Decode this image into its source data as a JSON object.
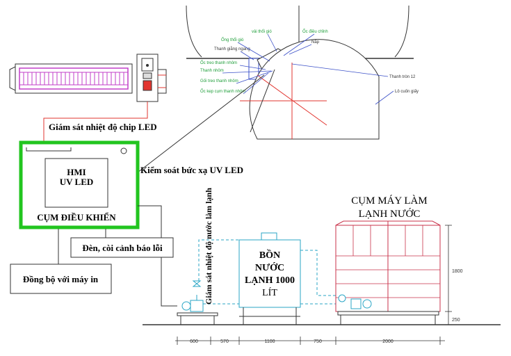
{
  "colors": {
    "green_frame": "#22c51f",
    "red_line": "#e2352f",
    "blue_line": "#3b50c8",
    "pink_chiller": "#c8324a",
    "magenta_led": "#c23ec8",
    "cyan_dash": "#2aa6c6",
    "green_text": "#1f9e3a"
  },
  "labels": {
    "monitor_led_temp": "Giám sát nhiệt độ chip LED",
    "control_uv_radiation": "Kiểm soát bức xạ UV LED",
    "hmi_line1": "HMI",
    "hmi_line2": "UV LED",
    "control_unit": "CỤM ĐIỀU KHIỂN",
    "error_alarm": "Đèn, còi cảnh báo lỗi",
    "printer_sync": "Đồng bộ với máy in",
    "cooling_temp_monitor": "Giám sát nhiệt độ nước làm lạnh",
    "tank_line1": "BỒN",
    "tank_line2": "NƯỚC",
    "tank_line3": "LẠNH 1000",
    "tank_line4": "LÍT",
    "chiller_line1": "CỤM MÁY LÀM",
    "chiller_line2": "LẠNH NƯỚC"
  },
  "mechanical": {
    "ong_thoi_gio": "Ống thổi gió",
    "vai_thoi_gio": "vải thổi gió",
    "oc_dieu_chinh": "Ốc điều chỉnh",
    "nap": "Nắp",
    "thanh_giang_ngang": "Thanh giằng ngang",
    "oc_treo_thanh_nhom": "Ốc treo thanh nhôm",
    "thanh_nhom": "Thanh nhôm",
    "goi_treo_thanh_nhom": "Gối treo thanh nhôm",
    "oc_kep_cum_thanh_nhom": "Ốc kẹp cụm thanh nhôm",
    "thanh_tron_12": "Thanh tròn 12",
    "lo_cuon_giay": "Lô cuốn giấy"
  },
  "dimensions": {
    "d1": "600",
    "d2": "570",
    "d3": "1100",
    "d4": "750",
    "d5": "2000",
    "h1": "1800",
    "h2": "250"
  }
}
